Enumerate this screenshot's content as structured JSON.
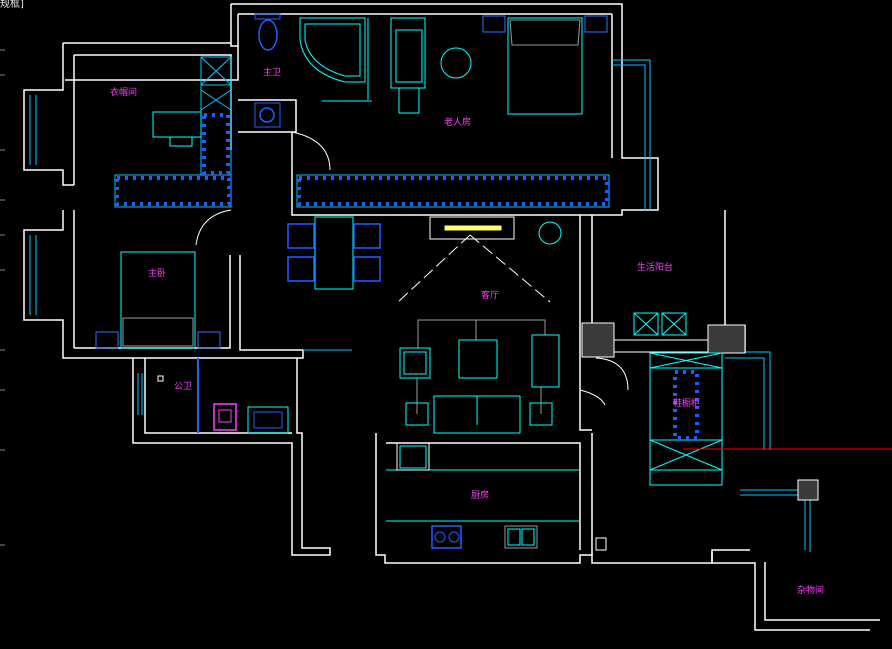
{
  "viewport": {
    "tag": "规框]"
  },
  "rooms": {
    "master_bath": "主卫",
    "elder_room": "老人房",
    "walk_in_closet": "衣帽间",
    "master_bedroom": "主卧",
    "living_room": "客厅",
    "service_balcony": "生活阳台",
    "shoe_cabinet": "鞋橱柜",
    "public_bath": "公卫",
    "kitchen": "厨房",
    "storage_room": "杂物间"
  },
  "colors": {
    "background": "#000000",
    "wall": "#ffffff",
    "furniture": "#00ffff",
    "fixture": "#0000ff",
    "label": "#ff3cff",
    "accent_line": "#ff0000"
  }
}
